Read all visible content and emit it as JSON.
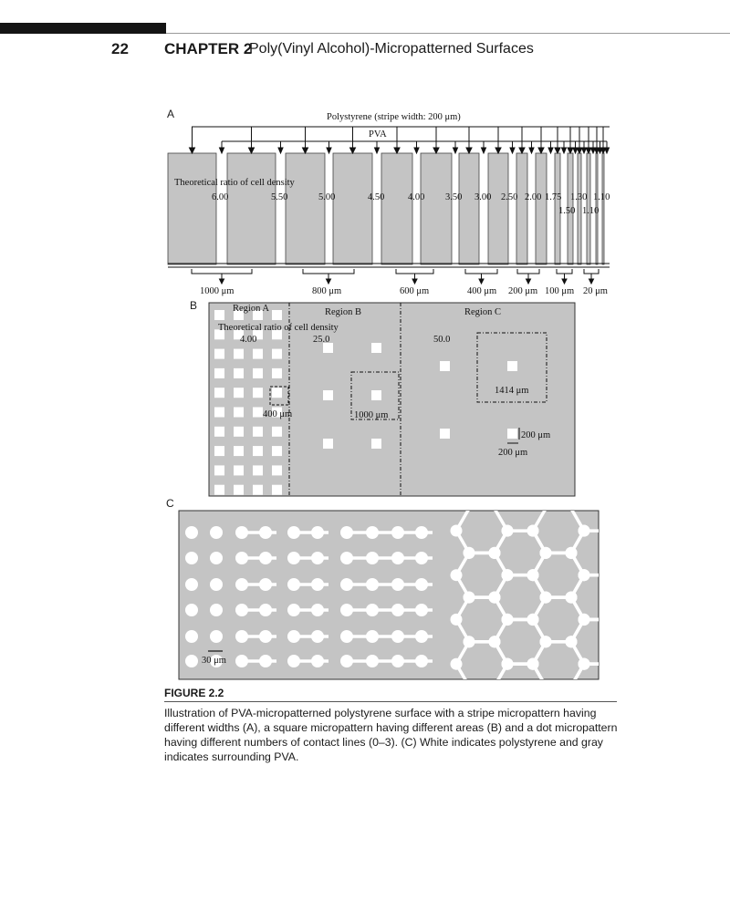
{
  "header": {
    "page_number": "22",
    "chapter_label": "CHAPTER 2",
    "chapter_title": "Poly(Vinyl Alcohol)-Micropatterned Surfaces"
  },
  "figure": {
    "panels": {
      "a": "A",
      "b": "B",
      "c": "C"
    },
    "panel_a": {
      "top_label": "Polystyrene  (stripe  width:  200 μm)",
      "pva_label": "PVA",
      "ratio_title": "Theoretical  ratio  of cell  density",
      "ratios_row1": [
        "6.00",
        "5.50",
        "5.00",
        "4.50",
        "4.00",
        "3.50",
        "3.00",
        "2.50",
        "2.00",
        "1.75",
        "1.30",
        "1.10"
      ],
      "ratios_row2": [
        "1.50",
        "1.10"
      ],
      "widths": [
        "1000 μm",
        "800 μm",
        "600 μm",
        "400 μm",
        "200 μm",
        "100 μm",
        "20 μm"
      ]
    },
    "panel_b": {
      "region_a": "Region  A",
      "region_b": "Region  B",
      "region_c": "Region  C",
      "ratio_title": "Theoretical  ratio  of cell  density",
      "ratio_a": "4.00",
      "ratio_b": "25.0",
      "ratio_c": "50.0",
      "dim_a": "400 μm",
      "dim_b": "1000 μm",
      "dim_c": "1414 μm",
      "square_h": "200 μm",
      "square_w": "200 μm"
    },
    "panel_c": {
      "scale": "30 μm"
    },
    "label": "FIGURE 2.2",
    "caption": "Illustration of PVA-micropatterned polystyrene surface with a stripe micropattern having different widths (A), a square micropattern having different areas (B) and a dot micropattern having different numbers of contact lines (0–3). (C) White indicates polystyrene and gray indicates surrounding PVA."
  }
}
